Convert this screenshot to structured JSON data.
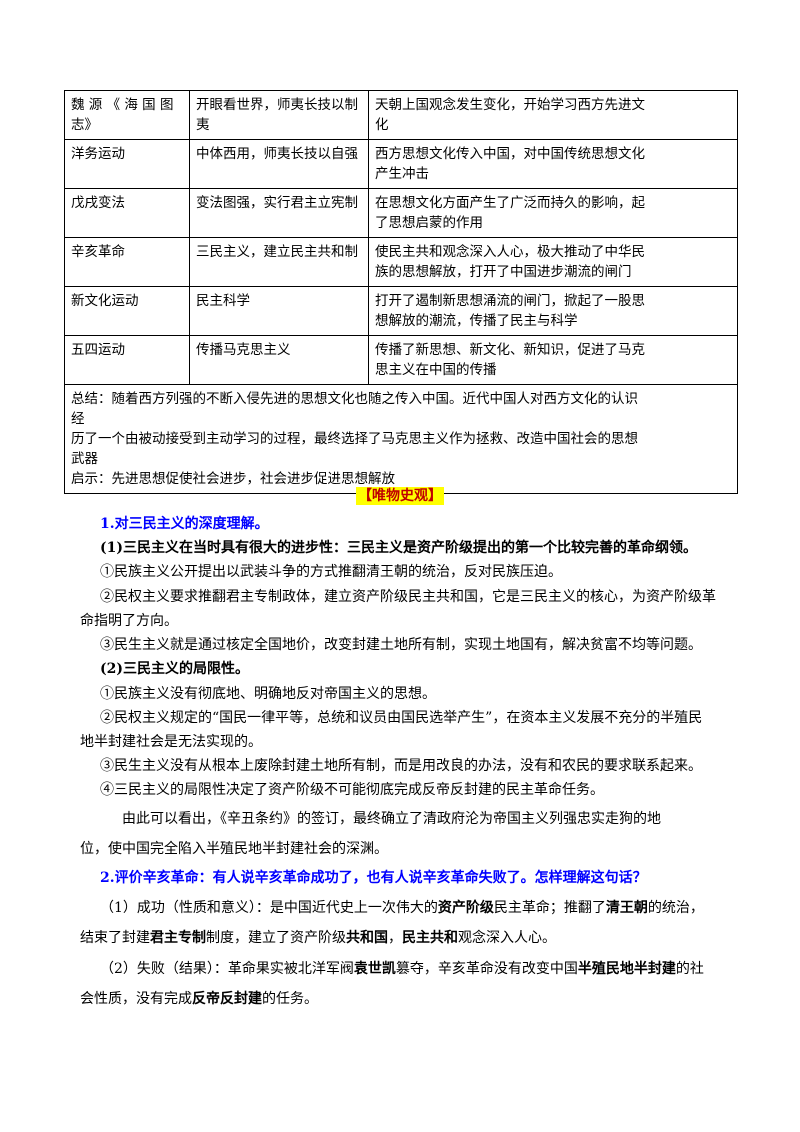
{
  "table": {
    "rows": [
      {
        "event": "魏源《海国图志》",
        "event_l1": "魏 源 《 海 国 图",
        "event_l2": "志》",
        "content_l1": "开眼看世界，师夷长技以制",
        "content_l2": "夷",
        "influence_l1": "天朝上国观念发生变化，开始学习西方先进文",
        "influence_l2": "化"
      },
      {
        "event_l1": "洋务运动",
        "event_l2": "",
        "content_l1": "中体西用，师夷长技以自强",
        "content_l2": "",
        "influence_l1": "西方思想文化传入中国，对中国传统思想文化",
        "influence_l2": "产生冲击"
      },
      {
        "event_l1": "戊戌变法",
        "event_l2": "",
        "content_l1": "变法图强，实行君主立宪制",
        "content_l2": "",
        "influence_l1": "在思想文化方面产生了广泛而持久的影响，起",
        "influence_l2": "了思想启蒙的作用"
      },
      {
        "event_l1": "辛亥革命",
        "event_l2": "",
        "content_l1": "三民主义，建立民主共和制",
        "content_l2": "",
        "influence_l1": "使民主共和观念深入人心，极大推动了中华民",
        "influence_l2": "族的思想解放，打开了中国进步潮流的闸门"
      },
      {
        "event_l1": "新文化运动",
        "event_l2": "",
        "content_l1": "民主科学",
        "content_l2": "",
        "influence_l1": "打开了遏制新思想涌流的闸门，掀起了一股思",
        "influence_l2": "想解放的潮流，传播了民主与科学"
      },
      {
        "event_l1": "五四运动",
        "event_l2": "",
        "content_l1": "传播马克思主义",
        "content_l2": "",
        "influence_l1": "传播了新思想、新文化、新知识，促进了马克",
        "influence_l2": "思主义在中国的传播"
      }
    ],
    "summary": [
      "总结：随着西方列强的不断入侵先进的思想文化也随之传入中国。近代中国人对西方文化的认识",
      "经",
      "历了一个由被动接受到主动学习的过程，最终选择了马克思主义作为拯救、改造中国社会的思想",
      "武器",
      "启示：先进思想促使社会进步，社会进步促进思想解放"
    ]
  },
  "section_title": "【唯物史观】",
  "q1": {
    "title": "1.对三民主义的深度理解。",
    "sub1": "(1)三民主义在当时具有很大的进步性：三民主义是资产阶级提出的第一个比较完善的革命纲领。",
    "p1": "①民族主义公开提出以武装斗争的方式推翻清王朝的统治，反对民族压迫。",
    "p2_l1": "②民权主义要求推翻君主专制政体，建立资产阶级民主共和国，它是三民主义的核心，为资产阶级革",
    "p2_l2": "命指明了方向。",
    "p3": "③民生主义就是通过核定全国地价，改变封建土地所有制，实现土地国有，解决贫富不均等问题。",
    "sub2": "(2)三民主义的局限性。",
    "p4": "①民族主义没有彻底地、明确地反对帝国主义的思想。",
    "p5_l1": "②民权主义规定的“国民一律平等，总统和议员由国民选举产生”，在资本主义发展不充分的半殖民",
    "p5_l2": "地半封建社会是无法实现的。",
    "p6": "③民生主义没有从根本上废除封建土地所有制，而是用改良的办法，没有和农民的要求联系起来。",
    "p7": "④三民主义的局限性决定了资产阶级不可能彻底完成反帝反封建的民主革命任务。",
    "p8_l1": "由此可以看出，《辛丑条约》的签订，最终确立了清政府沦为帝国主义列强忠实走狗的地",
    "p8_l2": "位，使中国完全陷入半殖民地半封建社会的深渊。"
  },
  "q2": {
    "title": "2.评价辛亥革命：有人说辛亥革命成功了，也有人说辛亥革命失败了。怎样理解这句话？",
    "s1": {
      "a": "（1）成功（性质和意义）：是中国近代史上一次伟大的",
      "b": "资产阶级",
      "c": "民主革命；推翻了",
      "d": "清王朝",
      "e": "的统治，",
      "f": "结束了封建",
      "g": "君主专制",
      "h": "制度，建立了资产阶级",
      "i": "共和国",
      "j": "，",
      "k": "民主共和",
      "l": "观念深入人心。"
    },
    "s2": {
      "a": "（2）失败（结果）：革命果实被北洋军阀",
      "b": "袁世凯",
      "c": "篡夺，辛亥革命没有改变中国",
      "d": "半殖民地半封建",
      "e": "的社",
      "f": "会性质，没有完成",
      "g": "反帝反封建",
      "h": "的任务。"
    }
  }
}
